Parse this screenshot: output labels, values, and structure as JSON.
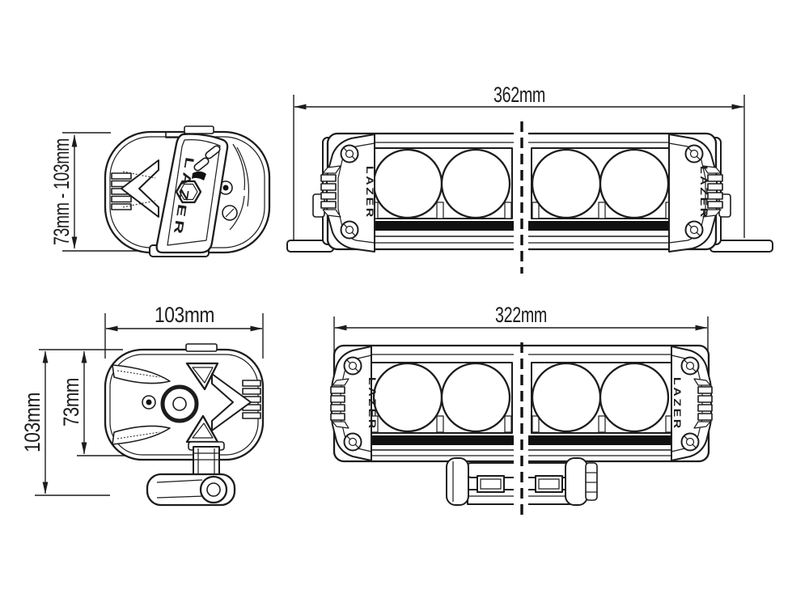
{
  "colors": {
    "background": "#ffffff",
    "line": "#1c1c1c",
    "solid_band": "#111111"
  },
  "logo_text": "LAZER",
  "views": {
    "side_clamp": {
      "height_range": "73mm - 103mm"
    },
    "front_with_brackets": {
      "width": "362mm"
    },
    "side_pedestal": {
      "width": "103mm",
      "body_height": "73mm",
      "overall_height": "103mm"
    },
    "front_pedestal": {
      "width": "322mm"
    }
  }
}
